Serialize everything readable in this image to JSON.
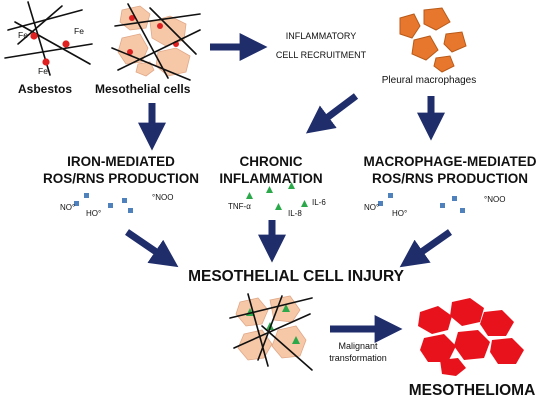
{
  "labels": {
    "asbestos": "Asbestos",
    "fe_1": "Fe",
    "fe_2": "Fe",
    "fe_3": "Fe",
    "mesothelial_cells": "Mesothelial cells",
    "inflammatory_recruitment_line1": "INFLAMMATORY",
    "inflammatory_recruitment_line2": "CELL RECRUITMENT",
    "pleural_macrophages": "Pleural macrophages",
    "iron_mediated_line1": "IRON-MEDIATED",
    "iron_mediated_line2": "ROS/RNS PRODUCTION",
    "chronic_line1": "CHRONIC",
    "chronic_line2": "INFLAMMATION",
    "macrophage_mediated_line1": "MACROPHAGE-MEDIATED",
    "macrophage_mediated_line2": "ROS/RNS PRODUCTION",
    "no_left": "NO°",
    "ho_left": "HO°",
    "noo_left": "°NOO",
    "tnf": "TNF-α",
    "il6": "IL-6",
    "il8": "IL-8",
    "no_right": "NO°",
    "ho_right": "HO°",
    "noo_right": "°NOO",
    "injury": "MESOTHELIAL CELL INJURY",
    "malignant_line1": "Malignant",
    "malignant_line2": "transformation",
    "mesothelioma": "MESOTHELIOMA"
  },
  "colors": {
    "arrow": "#1f2d6b",
    "cell_fill": "#f6c8a8",
    "macrophage_fill": "#e8772e",
    "macrophage_stroke": "#b85a18",
    "tumor": "#e8121c",
    "iron_dot": "#e02020",
    "ros_square": "#4f81bd",
    "cytokine": "#2aa84a"
  }
}
